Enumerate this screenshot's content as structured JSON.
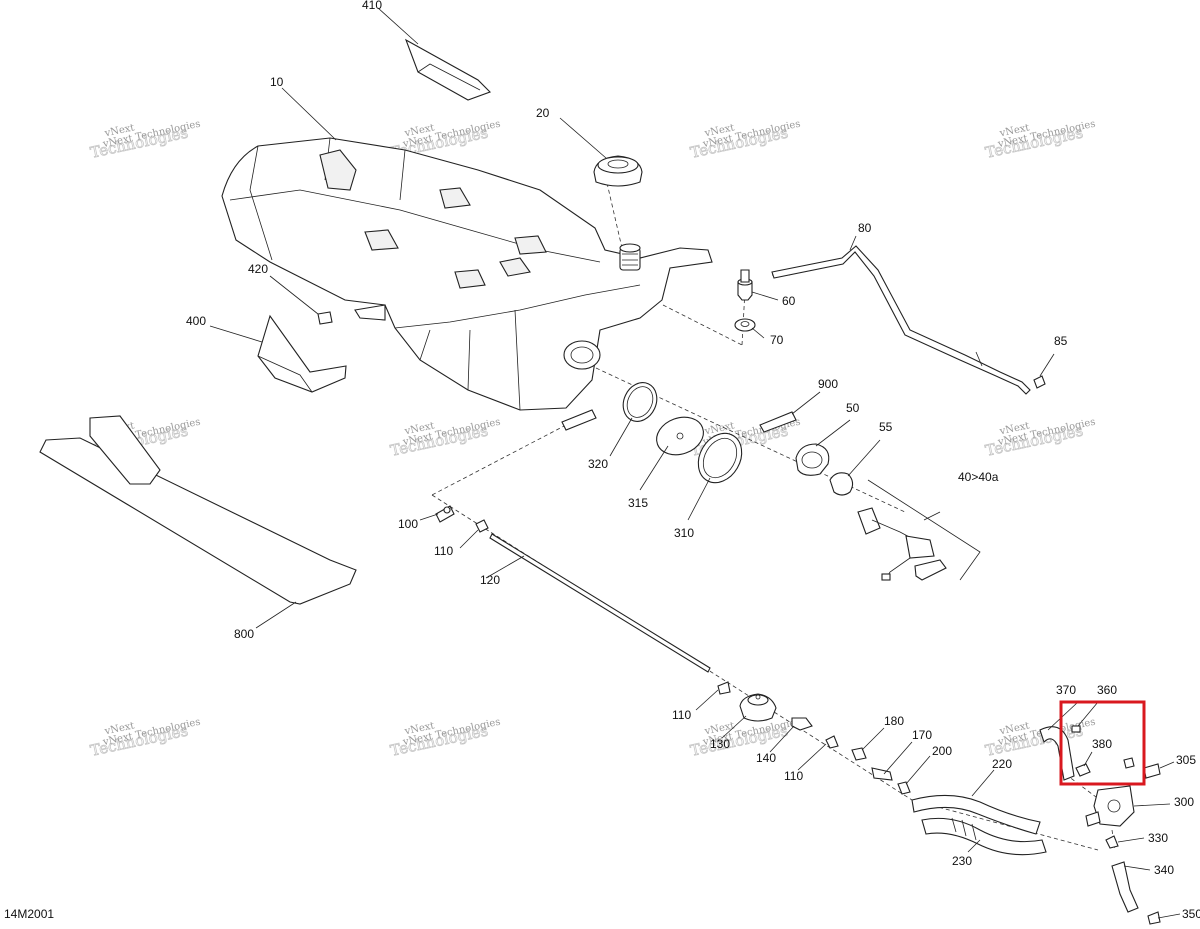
{
  "diagram": {
    "id_code": "14M2001",
    "watermark": {
      "line1": "vNext Technologies",
      "line2": "Technologies",
      "line3": "vNext"
    },
    "labels": [
      "410",
      "10",
      "20",
      "80",
      "60",
      "70",
      "85",
      "420",
      "400",
      "900",
      "50",
      "55",
      "40>40a",
      "320",
      "315",
      "310",
      "100",
      "110",
      "120",
      "800",
      "370",
      "360",
      "380",
      "305",
      "300",
      "330",
      "340",
      "350",
      "110",
      "130",
      "140",
      "110",
      "180",
      "170",
      "200",
      "220",
      "230"
    ],
    "highlight_color": "#d9181f"
  }
}
